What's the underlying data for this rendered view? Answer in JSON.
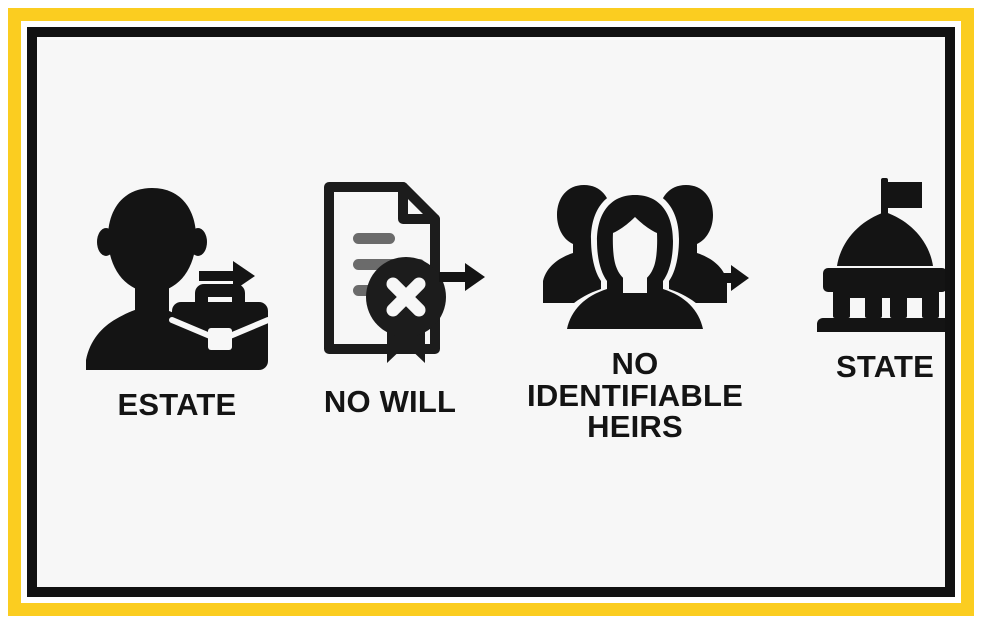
{
  "graphic": {
    "kind": "process-flow-diagram",
    "topic": "Intestate succession: estate passing to the state",
    "background_color": "#f7f7f7",
    "border_colors": {
      "outer_accent": "#fbcd20",
      "inner_frame": "#111111",
      "page": "#ffffff"
    },
    "ink_color": "#141414",
    "document_line_color": "#6b6b6b"
  },
  "steps": [
    {
      "id": "estate",
      "label": "ESTATE",
      "icon": "person-with-briefcase-icon"
    },
    {
      "id": "no-will",
      "label": "NO WILL",
      "icon": "document-with-rejected-seal-icon"
    },
    {
      "id": "no-identifiable-heirs",
      "label": "NO\nIDENTIFIABLE\nHEIRS",
      "icon": "group-of-people-icon"
    },
    {
      "id": "state",
      "label": "STATE",
      "icon": "capitol-building-icon"
    }
  ],
  "connectors": [
    {
      "id": "arrow-1",
      "icon": "arrow-right-icon",
      "from": "estate",
      "to": "no-will"
    },
    {
      "id": "arrow-2",
      "icon": "arrow-right-icon",
      "from": "no-will",
      "to": "no-identifiable-heirs"
    },
    {
      "id": "arrow-3",
      "icon": "arrow-right-icon",
      "from": "no-identifiable-heirs",
      "to": "state"
    }
  ]
}
